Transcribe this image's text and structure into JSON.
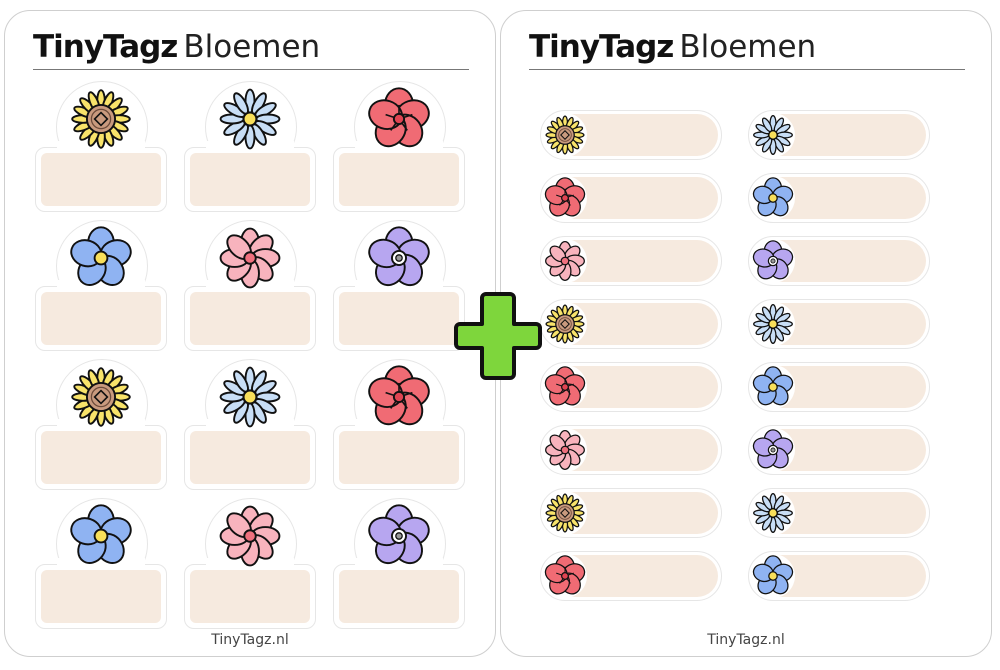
{
  "left_sheet": {
    "brand": "TinyTagz",
    "subtitle": "Bloemen",
    "footer": "TinyTagz.nl",
    "tags": [
      "sunflower",
      "daisy",
      "poppy",
      "forget-me-not",
      "pink-flower",
      "purple-flower",
      "sunflower",
      "daisy",
      "poppy",
      "forget-me-not",
      "pink-flower",
      "purple-flower"
    ]
  },
  "right_sheet": {
    "brand": "TinyTagz",
    "subtitle": "Bloemen",
    "footer": "TinyTagz.nl",
    "left_column": [
      "sunflower",
      "poppy",
      "pink-flower",
      "sunflower",
      "poppy",
      "pink-flower",
      "sunflower",
      "poppy"
    ],
    "right_column": [
      "daisy",
      "forget-me-not",
      "purple-flower",
      "daisy",
      "forget-me-not",
      "purple-flower",
      "daisy",
      "forget-me-not"
    ]
  },
  "colors": {
    "label_fill": "#f6eadf",
    "plus": "#7ed63c"
  }
}
